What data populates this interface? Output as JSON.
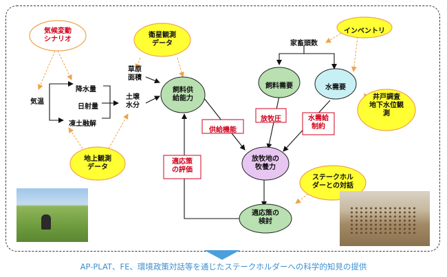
{
  "nodes": {
    "climate_scenario": "気候変動\nシナリオ",
    "satellite_data": "衛星観測\nデータ",
    "inventory": "インベントリ",
    "grassland_area": "草原\n面積",
    "temperature": "気温",
    "precipitation": "降水量",
    "sunshine": "日射量",
    "permafrost_thaw": "凍土融解",
    "soil_moisture": "土壌\n水分",
    "feed_capacity": "飼料供\n給能力",
    "livestock_count": "家畜頭数",
    "feed_demand": "飼料需要",
    "water_demand": "水需要",
    "well_survey": "井戸調査\n地下水位観\n測",
    "ground_data": "地上観測\nデータ",
    "grazing_capacity": "放牧地の\n牧養力",
    "stakeholder_dialogue": "ステークホル\nダーとの対話",
    "adaptation_review": "適応策の\n検討"
  },
  "labels": {
    "supply_function": "供給機能",
    "grazing_pressure": "放牧圧",
    "water_supply_constraint": "水需給\n制約",
    "adaptation_evaluation": "適応策\nの評価"
  },
  "photos": {
    "left": "photo-grassland-observer",
    "right": "photo-livestock-herd"
  },
  "banner": "AP-PLAT、FE、環境政策対話等を通じたステークホルダーへの科学的知見の提供",
  "colors": {
    "yellow_node": "#ffff33",
    "cyan_node": "#c7f0f4",
    "green_node": "#b8e0b0",
    "lilac_node": "#e8c6f2",
    "white_node": "#ffffff",
    "orange_border": "#f0a34a",
    "red_label": "#d0021b",
    "banner_blue": "#3b8fd0"
  }
}
